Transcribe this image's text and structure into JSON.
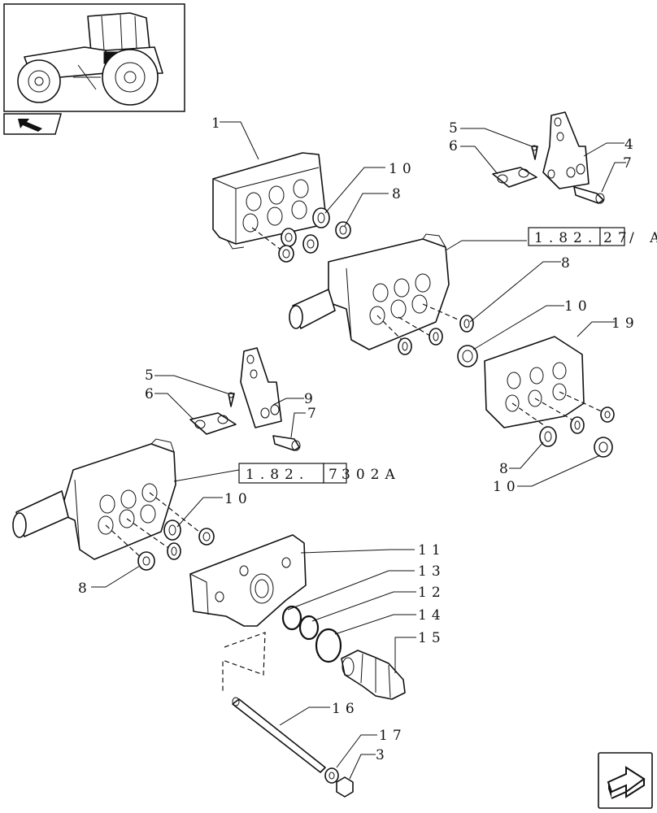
{
  "diagram": {
    "callouts": {
      "c1": "1",
      "c10a": "10",
      "c8a": "8",
      "c5a": "5",
      "c6a": "6",
      "c4": "4",
      "c7a": "7",
      "c8b": "8",
      "c10b": "10",
      "c19": "19",
      "c5b": "5",
      "c6b": "6",
      "c9": "9",
      "c7b": "7",
      "c8c": "8",
      "c10c": "10",
      "c10d": "10",
      "c8d": "8",
      "c11": "11",
      "c13": "13",
      "c12": "12",
      "c14": "14",
      "c15": "15",
      "c16": "16",
      "c17": "17",
      "c3": "3"
    },
    "references": {
      "ref_a_page": "1.82.",
      "ref_a_item": "27",
      "ref_a_suffix": "/ A",
      "ref_b_page": "1.82.",
      "ref_b_item": "7",
      "ref_b_suffix": "302A"
    }
  }
}
